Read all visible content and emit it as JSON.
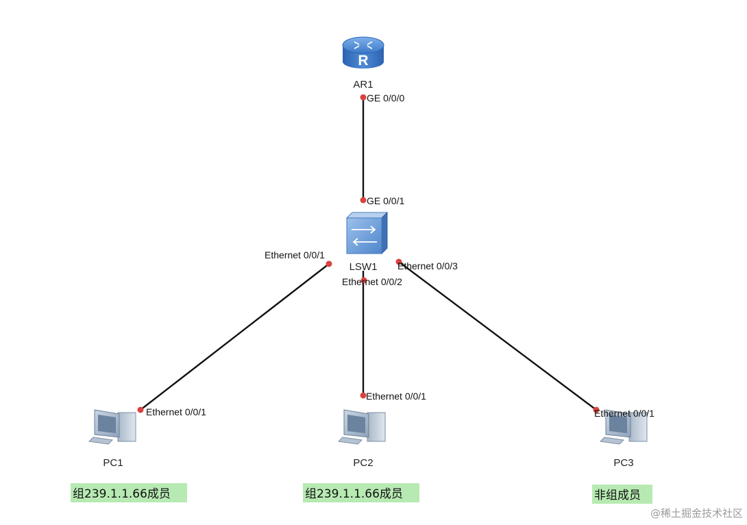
{
  "devices": {
    "router": {
      "name": "AR1",
      "glyph": "R"
    },
    "switch": {
      "name": "LSW1"
    },
    "pc1": {
      "name": "PC1"
    },
    "pc2": {
      "name": "PC2"
    },
    "pc3": {
      "name": "PC3"
    }
  },
  "ports": {
    "ar1_ge000": "GE 0/0/0",
    "lsw1_ge001": "GE 0/0/1",
    "lsw1_eth001": "Ethernet 0/0/1",
    "lsw1_eth002": "Ethernet 0/0/2",
    "lsw1_eth003": "Ethernet 0/0/3",
    "pc1_eth001": "Ethernet 0/0/1",
    "pc2_eth001": "Ethernet 0/0/1",
    "pc3_eth001": "Ethernet 0/0/1"
  },
  "groups": {
    "pc1_label": "组239.1.1.66成员",
    "pc2_label": "组239.1.1.66成员",
    "pc3_label": "非组成员"
  },
  "watermark": "@稀土掘金技术社区",
  "colors": {
    "link": "#111111",
    "port_dot": "#d9433f",
    "group_highlight": "#b7eab2",
    "router_blue": "#3a78c8",
    "switch_blue": "#5b8fd0"
  }
}
